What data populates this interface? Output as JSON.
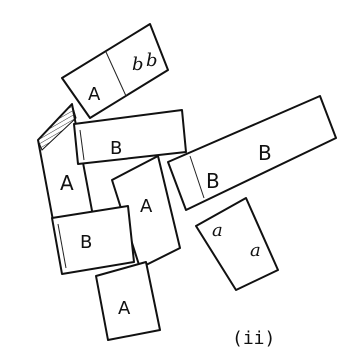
{
  "labels": {
    "a": "A",
    "b": "B",
    "small_a": "a",
    "small_b": "b",
    "caption": "(ii)"
  }
}
